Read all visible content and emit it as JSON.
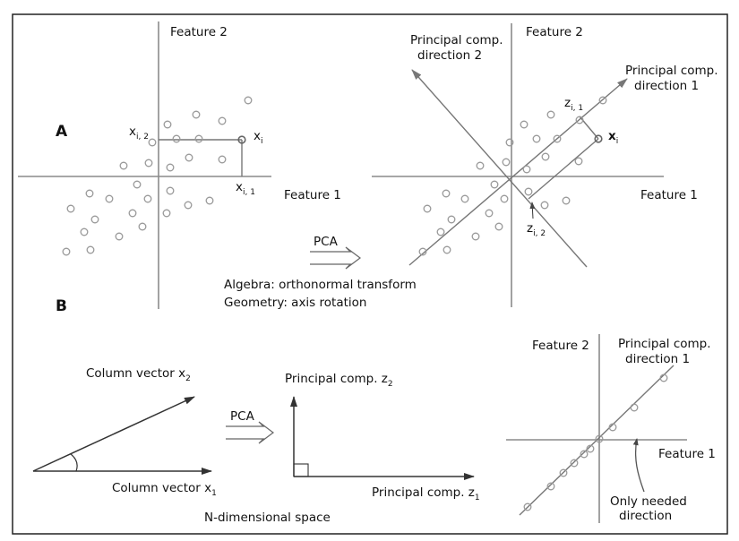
{
  "panel_a": {
    "letter": "A",
    "left_plot": {
      "feature2": "Feature 2",
      "feature1": "Feature 1",
      "xi2_main": "x",
      "xi2_sub": "i, 2",
      "xi_main": "x",
      "xi_sub": "i",
      "xi1_main": "x",
      "xi1_sub": "i, 1"
    },
    "pca_arrow_label": "PCA",
    "right_plot": {
      "feature2": "Feature 2",
      "feature1": "Feature 1",
      "pc2_line1": "Principal comp.",
      "pc2_line2": "direction 2",
      "pc1_line1": "Principal comp.",
      "pc1_line2": "direction 1",
      "zi1_main": "z",
      "zi1_sub": "i, 1",
      "zi2_main": "z",
      "zi2_sub": "i, 2",
      "xi_main": "x",
      "xi_sub": "i"
    },
    "caption_algebra": "Algebra: orthonormal transform",
    "caption_geometry": "Geometry: axis rotation"
  },
  "panel_b": {
    "letter": "B",
    "column_x2_main": "Column vector x",
    "column_x2_sub": "2",
    "column_x1_main": "Column vector x",
    "column_x1_sub": "1",
    "pca_arrow_label": "PCA",
    "pc_z2_main": "Principal comp. z",
    "pc_z2_sub": "2",
    "pc_z1_main": "Principal comp. z",
    "pc_z1_sub": "1",
    "n_dim_space": "N-dimensional space",
    "right_plot": {
      "feature2": "Feature 2",
      "feature1": "Feature 1",
      "pc1_line1": "Principal comp.",
      "pc1_line2": "direction 1",
      "only_line1": "Only needed",
      "only_line2": "direction"
    }
  },
  "colors": {
    "axis": "#8a8a8a",
    "points": "#999999",
    "frame": "#222222",
    "text": "#111111"
  }
}
